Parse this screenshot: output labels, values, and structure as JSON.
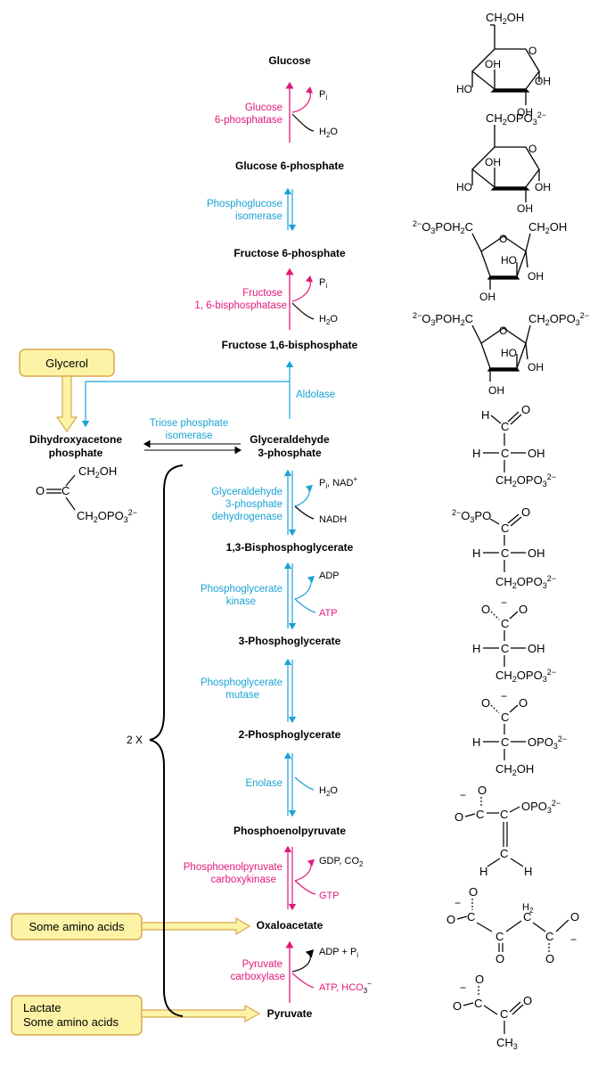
{
  "metabolites": {
    "glucose": "Glucose",
    "g6p": "Glucose 6-phosphate",
    "f6p": "Fructose 6-phosphate",
    "fbp": "Fructose 1,6-bisphosphate",
    "dhap_1": "Dihydroxyacetone",
    "dhap_2": "phosphate",
    "gap_1": "Glyceraldehyde",
    "gap_2": "3-phosphate",
    "bpg": "1,3-Bisphosphoglycerate",
    "pg3": "3-Phosphoglycerate",
    "pg2": "2-Phosphoglycerate",
    "pep": "Phosphoenolpyruvate",
    "oaa": "Oxaloacetate",
    "pyr": "Pyruvate"
  },
  "enzymes": {
    "g6pase_1": "Glucose",
    "g6pase_2": "6-phosphatase",
    "pgi_1": "Phosphoglucose",
    "pgi_2": "isomerase",
    "fbpase_1": "Fructose",
    "fbpase_2": "1, 6-bisphosphatase",
    "aldolase": "Aldolase",
    "tpi_1": "Triose phosphate",
    "tpi_2": "isomerase",
    "gapdh_1": "Glyceraldehyde",
    "gapdh_2": "3-phosphate",
    "gapdh_3": "dehydrogenase",
    "pgk_1": "Phosphoglycerate",
    "pgk_2": "kinase",
    "pgm_1": "Phosphoglycerate",
    "pgm_2": "mutase",
    "enolase": "Enolase",
    "pepck_1": "Phosphoenolpyruvate",
    "pepck_2": "carboxykinase",
    "pc_1": "Pyruvate",
    "pc_2": "carboxylase"
  },
  "side_products": {
    "pi": "P",
    "pi_sub": "i",
    "h2o_h": "H",
    "h2o_2": "2",
    "h2o_o": "O",
    "nad_text": "P",
    "nad_rest": ", NAD",
    "nad_plus": "+",
    "nadh": "NADH",
    "adp": "ADP",
    "atp": "ATP",
    "gdp_co2": "GDP, CO",
    "gdp_sub": "2",
    "gtp": "GTP",
    "adp_pi": "ADP + P",
    "atp_hco3": "ATP, HCO",
    "hco3_sub": "3",
    "hco3_sup": "−"
  },
  "inputs": {
    "glycerol": "Glycerol",
    "amino": "Some amino acids",
    "lactate": "Lactate",
    "lactate_amino": "Some amino acids"
  },
  "multiplier": "2 X",
  "colors": {
    "cyan": "#1aa3d4",
    "magenta": "#e2197a",
    "box_fill": "#fcf3a6",
    "box_stroke": "#d9a84e",
    "arrow_fill": "#fcf3a6"
  }
}
